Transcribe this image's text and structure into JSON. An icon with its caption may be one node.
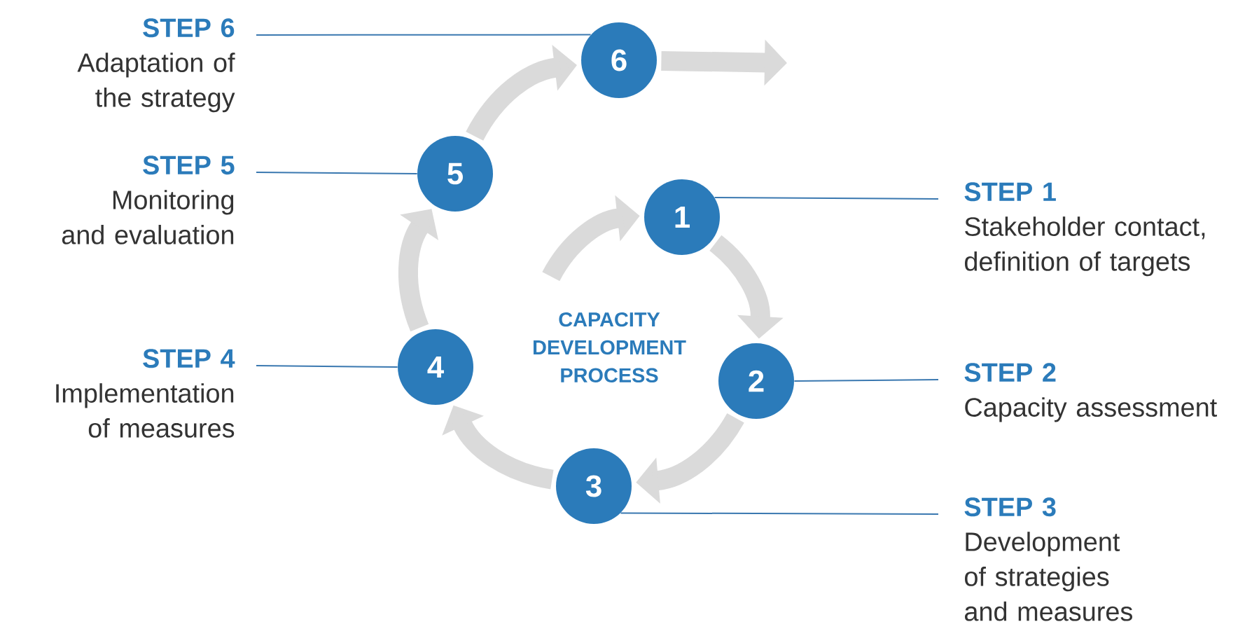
{
  "diagram": {
    "nodes": [
      {
        "text": [
          "1"
        ]
      },
      {
        "text": [
          "2"
        ]
      },
      {
        "text": [
          "3"
        ]
      },
      {
        "text": [
          "4"
        ]
      },
      {
        "text": [
          "5"
        ]
      },
      {
        "text": [
          "6"
        ]
      },
      {
        "text": [
          "STEP 1",
          "Stakeholder contact, definition of targets"
        ]
      },
      {
        "text": [
          "STEP 2",
          "Capacity assessment"
        ]
      },
      {
        "text": [
          "STEP 3",
          "Development of strategies and measures"
        ]
      },
      {
        "text": [
          "STEP 4",
          "Implementation of measures"
        ]
      },
      {
        "text": [
          "STEP 5",
          "Monitoring and evaluation"
        ]
      },
      {
        "text": [
          "STEP 6",
          "Adaptation of the strategy"
        ]
      }
    ],
    "edges": [
      {
        "from": 0,
        "to": 1,
        "arrow": "to"
      },
      {
        "from": 1,
        "to": 2,
        "arrow": "to"
      },
      {
        "from": 2,
        "to": 3,
        "arrow": "to"
      },
      {
        "from": 3,
        "to": 4,
        "arrow": "to"
      },
      {
        "from": 4,
        "to": 5,
        "arrow": "to"
      },
      {
        "from": 5,
        "to": null,
        "arrow": "to"
      },
      {
        "from": null,
        "to": 0,
        "arrow": "to"
      },
      {
        "from": 6,
        "to": 0,
        "arrow": "none",
        "color": "#3a78b0"
      },
      {
        "from": 7,
        "to": 1,
        "arrow": "none",
        "color": "#3a78b0"
      },
      {
        "from": 8,
        "to": 2,
        "arrow": "none",
        "color": "#3a78b0"
      },
      {
        "from": 9,
        "to": 3,
        "arrow": "none",
        "color": "#3a78b0"
      },
      {
        "from": 10,
        "to": 4,
        "arrow": "none",
        "color": "#3a78b0"
      },
      {
        "from": 11,
        "to": 5,
        "arrow": "none",
        "color": "#3a78b0"
      }
    ],
    "labels": [
      "CAPACITY DEVELOPMENT PROCESS"
    ]
  }
}
